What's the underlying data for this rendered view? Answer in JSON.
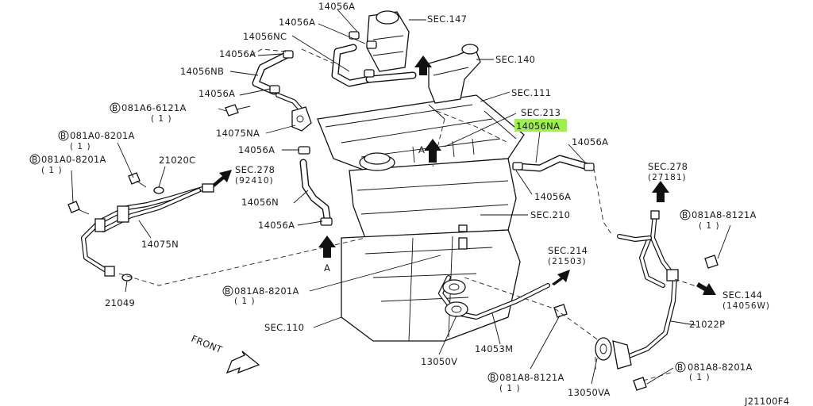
{
  "highlight_color": "#9ef04a",
  "labels": {
    "p14056a_1": "14056A",
    "p14056a_2": "14056A",
    "sec147": "SEC.147",
    "p14056nc": "14056NC",
    "p14056a_3": "14056A",
    "sec140": "SEC.140",
    "p14056nb": "14056NB",
    "p14056a_4": "14056A",
    "sec111": "SEC.111",
    "b081a6_6121a": "081A6-6121A",
    "b081a6_qty": "( 1 )",
    "sec213": "SEC.213",
    "p14056na": "14056NA",
    "p14075na": "14075NA",
    "b081a0_8201a_1": "081A0-8201A",
    "b081a0_qty1": "( 1 )",
    "p14056a_5": "14056A",
    "p14056a_6": "14056A",
    "b081a0_8201a_2": "081A0-8201A",
    "b081a0_qty2": "( 1 )",
    "p21020c": "21020C",
    "sec278_left": "SEC.278",
    "sec278_left_sub": "(92410)",
    "sec278_right": "SEC.278",
    "sec278_right_sub": "(27181)",
    "p14056a_7": "14056A",
    "p14056n": "14056N",
    "sec210": "SEC.210",
    "b081a8_8121a_r": "081A8-8121A",
    "b081a8_qty_r": "( 1 )",
    "p14056a_8": "14056A",
    "p14075n": "14075N",
    "view_a_1": "A",
    "view_a_2": "A",
    "sec214": "SEC.214",
    "sec214_sub": "(21503)",
    "b081a8_8201a": "081A8-8201A",
    "b081a8_qty_m": "( 1 )",
    "sec144": "SEC.144",
    "sec144_sub": "(14056W)",
    "p21049": "21049",
    "sec110": "SEC.110",
    "p21022p": "21022P",
    "front": "FRONT",
    "p13050v": "13050V",
    "p14053m": "14053M",
    "b081a8_8121a_b": "081A8-8121A",
    "b081a8_qty_b": "( 1 )",
    "b081a8_8201a_br": "081A8-8201A",
    "b081a8_qty_br": "( 1 )",
    "p13050va": "13050VA",
    "diagram_id": "J21100F4",
    "b": "B"
  }
}
